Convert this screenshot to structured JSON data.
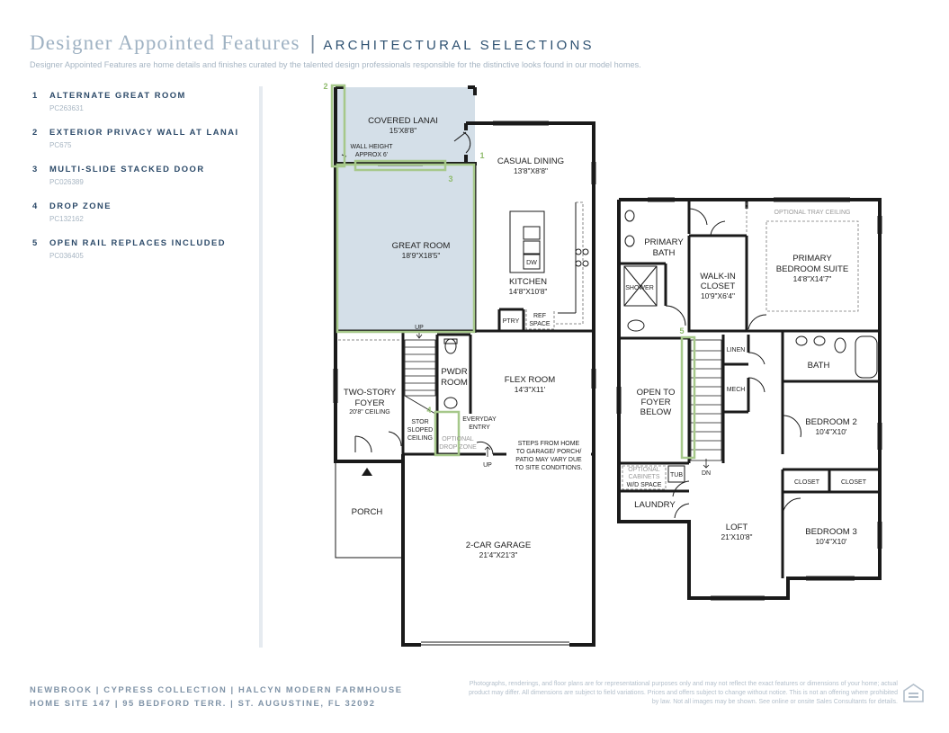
{
  "header": {
    "title_serif": "Designer Appointed Features",
    "separator": "|",
    "title_caps": "ARCHITECTURAL SELECTIONS",
    "subtitle": "Designer Appointed Features are home details and finishes curated by the talented design professionals responsible for the distinctive looks found in our model homes."
  },
  "features": [
    {
      "num": "1",
      "title": "ALTERNATE GREAT ROOM",
      "code": "PC263631"
    },
    {
      "num": "2",
      "title": "EXTERIOR PRIVACY WALL AT LANAI",
      "code": "PC675"
    },
    {
      "num": "3",
      "title": "MULTI-SLIDE STACKED DOOR",
      "code": "PC026389"
    },
    {
      "num": "4",
      "title": "DROP ZONE",
      "code": "PC132162"
    },
    {
      "num": "5",
      "title": "OPEN RAIL REPLACES INCLUDED",
      "code": "PC036405"
    }
  ],
  "first_floor": {
    "covered_lanai": {
      "name": "COVERED LANAI",
      "dim": "15'X8'8\""
    },
    "wall_height": {
      "line1": "WALL HEIGHT",
      "line2": "APPROX 6'"
    },
    "casual_dining": {
      "name": "CASUAL DINING",
      "dim": "13'8\"X8'8\""
    },
    "great_room": {
      "name": "GREAT ROOM",
      "dim": "18'9\"X18'5\""
    },
    "kitchen": {
      "name": "KITCHEN",
      "dim": "14'8\"X10'8\""
    },
    "dw": "DW",
    "ptry": "PTRY",
    "ref_space": {
      "line1": "REF",
      "line2": "SPACE"
    },
    "up_top": "UP",
    "pwdr": {
      "line1": "PWDR",
      "line2": "ROOM"
    },
    "flex_room": {
      "name": "FLEX ROOM",
      "dim": "14'3\"X11'"
    },
    "foyer": {
      "line1": "TWO-STORY",
      "line2": "FOYER",
      "dim": "20'8\" CEILING"
    },
    "stor": {
      "line1": "STOR",
      "line2": "SLOPED",
      "line3": "CEILING"
    },
    "everyday_entry": {
      "line1": "EVERYDAY",
      "line2": "ENTRY"
    },
    "optional_drop_zone": {
      "line1": "OPTIONAL",
      "line2": "DROP ZONE"
    },
    "up_bottom": "UP",
    "steps_note": {
      "line1": "STEPS FROM HOME",
      "line2": "TO GARAGE/ PORCH/",
      "line3": "PATIO MAY VARY DUE",
      "line4": "TO SITE CONDITIONS."
    },
    "porch": "PORCH",
    "garage": {
      "name": "2-CAR GARAGE",
      "dim": "21'4\"X21'3\""
    }
  },
  "second_floor": {
    "optional_tray": "OPTIONAL TRAY CEILING",
    "primary_bath": {
      "line1": "PRIMARY",
      "line2": "BATH"
    },
    "shower": "SHOWER",
    "walk_in": {
      "line1": "WALK-IN",
      "line2": "CLOSET",
      "dim": "10'9\"X6'4\""
    },
    "primary_suite": {
      "line1": "PRIMARY",
      "line2": "BEDROOM SUITE",
      "dim": "14'8\"X14'7\""
    },
    "linen": "LINEN",
    "mech": "MECH",
    "bath": "BATH",
    "open_foyer": {
      "line1": "OPEN TO",
      "line2": "FOYER",
      "line3": "BELOW"
    },
    "bedroom2": {
      "name": "BEDROOM 2",
      "dim": "10'4\"X10'"
    },
    "closet_a": "CLOSET",
    "closet_b": "CLOSET",
    "optional_cabinets": {
      "line1": "OPTIONAL",
      "line2": "CABINETS"
    },
    "wd_space": "W/D SPACE",
    "tub": "TUB",
    "dn": "DN",
    "laundry": "LAUNDRY",
    "loft": {
      "name": "LOFT",
      "dim": "21'X10'8\""
    },
    "bedroom3": {
      "name": "BEDROOM 3",
      "dim": "10'4\"X10'"
    }
  },
  "markers": {
    "m1": "1",
    "m2": "2",
    "m3": "3",
    "m4": "4",
    "m5": "5"
  },
  "colors": {
    "highlight_fill": "#d4dfe8",
    "highlight_stroke": "#a6c88a",
    "wall": "#1a1a1a"
  },
  "footer": {
    "line1": "NEWBROOK  |  CYPRESS COLLECTION  |  HALCYN MODERN FARMHOUSE",
    "line2": "HOME SITE 147  |  95 BEDFORD TERR.  |  ST. AUGUSTINE, FL 32092",
    "disclaimer": "Photographs, renderings, and floor plans are for representational purposes only and may not reflect the exact features or dimensions of your home; actual product may differ. All dimensions are subject to field variations. Prices and offers subject to change without notice. This is not an offering where prohibited by law. Not all images may be shown. See online or onsite Sales Consultants for details.",
    "logo_icon": "equal-housing-opportunity-icon"
  }
}
